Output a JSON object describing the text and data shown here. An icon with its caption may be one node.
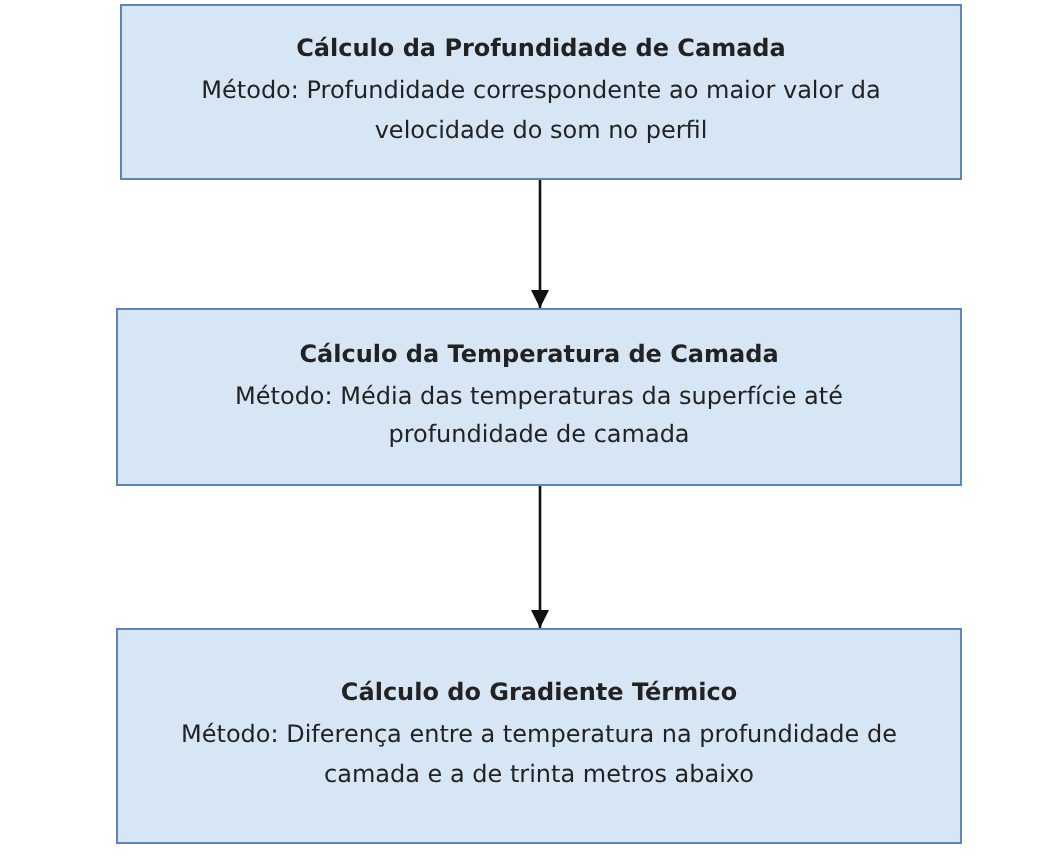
{
  "diagram": {
    "nodes": [
      {
        "text": [
          "Cálculo da Profundidade de Camada",
          "Método: Profundidade correspondente ao maior valor da velocidade do som no perfil"
        ]
      },
      {
        "text": [
          "Cálculo da Temperatura de Camada",
          "Método: Média das temperaturas da superfície até profundidade de camada"
        ]
      },
      {
        "text": [
          "Cálculo do Gradiente Térmico",
          "Método: Diferença entre a temperatura na profundidade de camada e a de trinta metros abaixo"
        ]
      }
    ],
    "edges": [
      {
        "from": 0,
        "to": 1,
        "arrow": "to"
      },
      {
        "from": 1,
        "to": 2,
        "arrow": "to"
      }
    ]
  }
}
